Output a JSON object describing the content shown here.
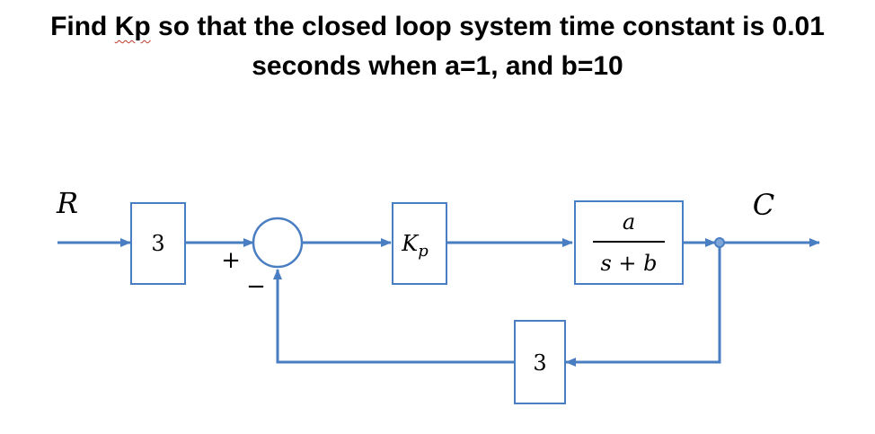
{
  "question": {
    "line1_before": "Find ",
    "line1_kp": "Kp",
    "line1_after": " so that the closed loop system time constant is 0.01",
    "line2": "seconds when a=1, and b=10"
  },
  "diagram": {
    "input_label": "R",
    "output_label": "C",
    "prefilter_gain": "3",
    "plus_sign": "+",
    "minus_sign": "−",
    "controller_symbol": "K",
    "controller_subscript": "p",
    "plant_numerator": "a",
    "plant_denominator": "s + b",
    "feedback_gain": "3",
    "colors": {
      "line": "#4a7ec2",
      "block_border": "#4a7ec2",
      "junction_fill": "#7fa6d8",
      "text": "#000000",
      "spellcheck": "#c0392b"
    }
  }
}
